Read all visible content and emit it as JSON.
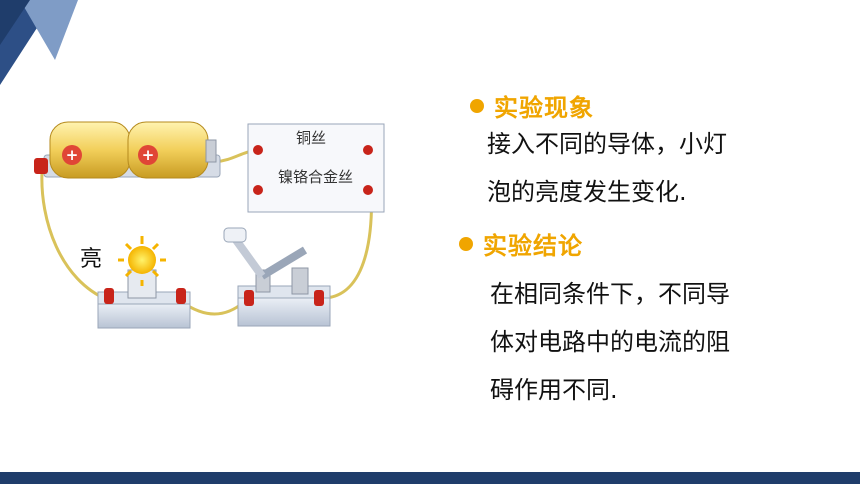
{
  "circuit": {
    "wire_top_label": "铜丝",
    "wire_bottom_label": "镍铬合金丝",
    "bulb_state": "亮"
  },
  "section1": {
    "heading": "实验现象",
    "lines": [
      "接入不同的导体，小灯",
      "泡的亮度发生变化."
    ]
  },
  "section2": {
    "heading": "实验结论",
    "lines": [
      "在相同条件下，不同导",
      "体对电路中的电流的阻",
      "碍作用不同."
    ]
  },
  "colors": {
    "accent": "#f0a500",
    "navy": "#1f3d6b",
    "wire": "#d9c25a"
  }
}
